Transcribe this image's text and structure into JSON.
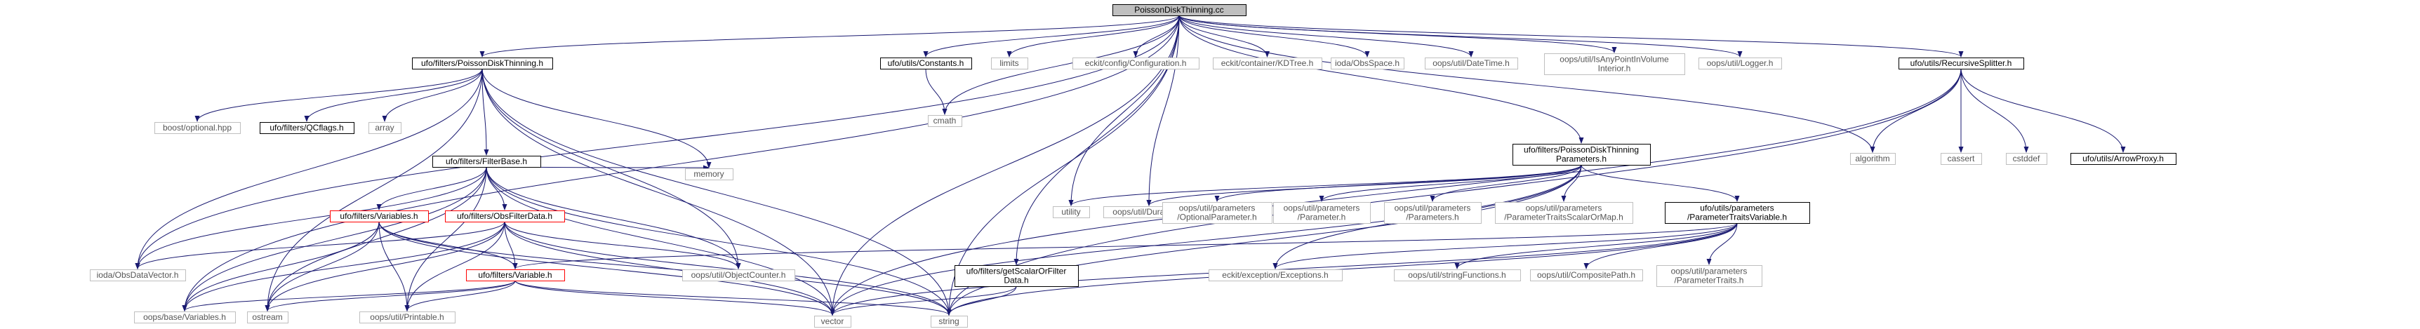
{
  "colors": {
    "edge": "#191970",
    "documented_border": "#000000",
    "undocumented_border": "#bfbfbf",
    "red_border": "#ff0000",
    "root_fill": "#bfbfbf",
    "text": "#000000"
  },
  "diagram": {
    "nodes": [
      {
        "id": "root",
        "lines": [
          "PoissonDiskThinning.cc"
        ],
        "style": "root"
      },
      {
        "id": "pdt_h",
        "lines": [
          "ufo/filters/PoissonDiskThinning.h"
        ],
        "style": "doc"
      },
      {
        "id": "constants_h",
        "lines": [
          "ufo/utils/Constants.h"
        ],
        "style": "doc"
      },
      {
        "id": "limits",
        "lines": [
          "limits"
        ],
        "style": "ext"
      },
      {
        "id": "configuration_h",
        "lines": [
          "eckit/config/Configuration.h"
        ],
        "style": "ext"
      },
      {
        "id": "kdtree_h",
        "lines": [
          "eckit/container/KDTree.h"
        ],
        "style": "ext"
      },
      {
        "id": "obsspace_h",
        "lines": [
          "ioda/ObsSpace.h"
        ],
        "style": "ext"
      },
      {
        "id": "datetime_h",
        "lines": [
          "oops/util/DateTime.h"
        ],
        "style": "ext"
      },
      {
        "id": "isany_h",
        "lines": [
          "oops/util/IsAnyPointInVolume",
          "Interior.h"
        ],
        "style": "ext"
      },
      {
        "id": "logger_h",
        "lines": [
          "oops/util/Logger.h"
        ],
        "style": "ext"
      },
      {
        "id": "recsplit_h",
        "lines": [
          "ufo/utils/RecursiveSplitter.h"
        ],
        "style": "doc"
      },
      {
        "id": "boost_opt",
        "lines": [
          "boost/optional.hpp"
        ],
        "style": "ext"
      },
      {
        "id": "qcflags_h",
        "lines": [
          "ufo/filters/QCflags.h"
        ],
        "style": "doc"
      },
      {
        "id": "array",
        "lines": [
          "array"
        ],
        "style": "ext"
      },
      {
        "id": "filterbase_h",
        "lines": [
          "ufo/filters/FilterBase.h"
        ],
        "style": "doc"
      },
      {
        "id": "memory",
        "lines": [
          "memory"
        ],
        "style": "ext"
      },
      {
        "id": "cmath",
        "lines": [
          "cmath"
        ],
        "style": "ext"
      },
      {
        "id": "pdt_params_h",
        "lines": [
          "ufo/filters/PoissonDiskThinning",
          "Parameters.h"
        ],
        "style": "doc"
      },
      {
        "id": "algorithm",
        "lines": [
          "algorithm"
        ],
        "style": "ext"
      },
      {
        "id": "cassert",
        "lines": [
          "cassert"
        ],
        "style": "ext"
      },
      {
        "id": "cstddef",
        "lines": [
          "cstddef"
        ],
        "style": "ext"
      },
      {
        "id": "arrowproxy_h",
        "lines": [
          "ufo/utils/ArrowProxy.h"
        ],
        "style": "doc"
      },
      {
        "id": "variables_h",
        "lines": [
          "ufo/filters/Variables.h"
        ],
        "style": "red"
      },
      {
        "id": "obsfilterdata_h",
        "lines": [
          "ufo/filters/ObsFilterData.h"
        ],
        "style": "red"
      },
      {
        "id": "utility",
        "lines": [
          "utility"
        ],
        "style": "ext"
      },
      {
        "id": "duration_h",
        "lines": [
          "oops/util/Duration.h"
        ],
        "style": "ext"
      },
      {
        "id": "optparam_h",
        "lines": [
          "oops/util/parameters",
          "/OptionalParameter.h"
        ],
        "style": "ext"
      },
      {
        "id": "param_h",
        "lines": [
          "oops/util/parameters",
          "/Parameter.h"
        ],
        "style": "ext"
      },
      {
        "id": "params_h",
        "lines": [
          "oops/util/parameters",
          "/Parameters.h"
        ],
        "style": "ext"
      },
      {
        "id": "ptsom_h",
        "lines": [
          "oops/util/parameters",
          "/ParameterTraitsScalarOrMap.h"
        ],
        "style": "ext"
      },
      {
        "id": "ptvar_h",
        "lines": [
          "ufo/utils/parameters",
          "/ParameterTraitsVariable.h"
        ],
        "style": "doc"
      },
      {
        "id": "obsdatavector_h",
        "lines": [
          "ioda/ObsDataVector.h"
        ],
        "style": "ext"
      },
      {
        "id": "variable_h",
        "lines": [
          "ufo/filters/Variable.h"
        ],
        "style": "red"
      },
      {
        "id": "objcounter_h",
        "lines": [
          "oops/util/ObjectCounter.h"
        ],
        "style": "ext"
      },
      {
        "id": "getscalar_h",
        "lines": [
          "ufo/filters/getScalarOrFilter",
          "Data.h"
        ],
        "style": "doc"
      },
      {
        "id": "exceptions_h",
        "lines": [
          "eckit/exception/Exceptions.h"
        ],
        "style": "ext"
      },
      {
        "id": "stringfuncs_h",
        "lines": [
          "oops/util/stringFunctions.h"
        ],
        "style": "ext"
      },
      {
        "id": "composite_h",
        "lines": [
          "oops/util/CompositePath.h"
        ],
        "style": "ext"
      },
      {
        "id": "ptraits_h",
        "lines": [
          "oops/util/parameters",
          "/ParameterTraits.h"
        ],
        "style": "ext"
      },
      {
        "id": "oopsvars_h",
        "lines": [
          "oops/base/Variables.h"
        ],
        "style": "ext"
      },
      {
        "id": "ostream",
        "lines": [
          "ostream"
        ],
        "style": "ext"
      },
      {
        "id": "printable_h",
        "lines": [
          "oops/util/Printable.h"
        ],
        "style": "ext"
      },
      {
        "id": "vector",
        "lines": [
          "vector"
        ],
        "style": "ext"
      },
      {
        "id": "string",
        "lines": [
          "string"
        ],
        "style": "ext"
      }
    ],
    "edges": [
      [
        "root",
        "pdt_h"
      ],
      [
        "root",
        "constants_h"
      ],
      [
        "root",
        "limits"
      ],
      [
        "root",
        "configuration_h"
      ],
      [
        "root",
        "kdtree_h"
      ],
      [
        "root",
        "obsspace_h"
      ],
      [
        "root",
        "datetime_h"
      ],
      [
        "root",
        "isany_h"
      ],
      [
        "root",
        "logger_h"
      ],
      [
        "root",
        "recsplit_h"
      ],
      [
        "root",
        "pdt_params_h"
      ],
      [
        "root",
        "getscalar_h"
      ],
      [
        "root",
        "algorithm"
      ],
      [
        "root",
        "utility"
      ],
      [
        "root",
        "duration_h"
      ],
      [
        "root",
        "obsdatavector_h"
      ],
      [
        "root",
        "oopsvars_h"
      ],
      [
        "root",
        "vector"
      ],
      [
        "root",
        "string"
      ],
      [
        "root",
        "cmath"
      ],
      [
        "pdt_h",
        "boost_opt"
      ],
      [
        "pdt_h",
        "qcflags_h"
      ],
      [
        "pdt_h",
        "array"
      ],
      [
        "pdt_h",
        "filterbase_h"
      ],
      [
        "pdt_h",
        "memory"
      ],
      [
        "pdt_h",
        "obsdatavector_h"
      ],
      [
        "pdt_h",
        "objcounter_h"
      ],
      [
        "pdt_h",
        "vector"
      ],
      [
        "pdt_h",
        "string"
      ],
      [
        "pdt_h",
        "ostream"
      ],
      [
        "constants_h",
        "cmath"
      ],
      [
        "recsplit_h",
        "algorithm"
      ],
      [
        "recsplit_h",
        "cassert"
      ],
      [
        "recsplit_h",
        "cstddef"
      ],
      [
        "recsplit_h",
        "arrowproxy_h"
      ],
      [
        "recsplit_h",
        "vector"
      ],
      [
        "recsplit_h",
        "string"
      ],
      [
        "filterbase_h",
        "variables_h"
      ],
      [
        "filterbase_h",
        "obsfilterdata_h"
      ],
      [
        "filterbase_h",
        "memory"
      ],
      [
        "filterbase_h",
        "obsdatavector_h"
      ],
      [
        "filterbase_h",
        "objcounter_h"
      ],
      [
        "filterbase_h",
        "oopsvars_h"
      ],
      [
        "filterbase_h",
        "ostream"
      ],
      [
        "filterbase_h",
        "printable_h"
      ],
      [
        "filterbase_h",
        "vector"
      ],
      [
        "filterbase_h",
        "string"
      ],
      [
        "variables_h",
        "variable_h"
      ],
      [
        "variables_h",
        "oopsvars_h"
      ],
      [
        "variables_h",
        "ostream"
      ],
      [
        "variables_h",
        "printable_h"
      ],
      [
        "variables_h",
        "vector"
      ],
      [
        "variables_h",
        "string"
      ],
      [
        "obsfilterdata_h",
        "variable_h"
      ],
      [
        "obsfilterdata_h",
        "obsdatavector_h"
      ],
      [
        "obsfilterdata_h",
        "objcounter_h"
      ],
      [
        "obsfilterdata_h",
        "oopsvars_h"
      ],
      [
        "obsfilterdata_h",
        "ostream"
      ],
      [
        "obsfilterdata_h",
        "printable_h"
      ],
      [
        "obsfilterdata_h",
        "vector"
      ],
      [
        "obsfilterdata_h",
        "string"
      ],
      [
        "variable_h",
        "ostream"
      ],
      [
        "variable_h",
        "printable_h"
      ],
      [
        "variable_h",
        "vector"
      ],
      [
        "variable_h",
        "string"
      ],
      [
        "variable_h",
        "oopsvars_h"
      ],
      [
        "pdt_params_h",
        "utility"
      ],
      [
        "pdt_params_h",
        "duration_h"
      ],
      [
        "pdt_params_h",
        "optparam_h"
      ],
      [
        "pdt_params_h",
        "param_h"
      ],
      [
        "pdt_params_h",
        "params_h"
      ],
      [
        "pdt_params_h",
        "ptsom_h"
      ],
      [
        "pdt_params_h",
        "ptvar_h"
      ],
      [
        "pdt_params_h",
        "exceptions_h"
      ],
      [
        "pdt_params_h",
        "vector"
      ],
      [
        "pdt_params_h",
        "string"
      ],
      [
        "ptvar_h",
        "variable_h"
      ],
      [
        "ptvar_h",
        "exceptions_h"
      ],
      [
        "ptvar_h",
        "stringfuncs_h"
      ],
      [
        "ptvar_h",
        "composite_h"
      ],
      [
        "ptvar_h",
        "ptraits_h"
      ],
      [
        "ptvar_h",
        "vector"
      ],
      [
        "ptvar_h",
        "string"
      ],
      [
        "getscalar_h",
        "vector"
      ],
      [
        "getscalar_h",
        "string"
      ]
    ]
  }
}
